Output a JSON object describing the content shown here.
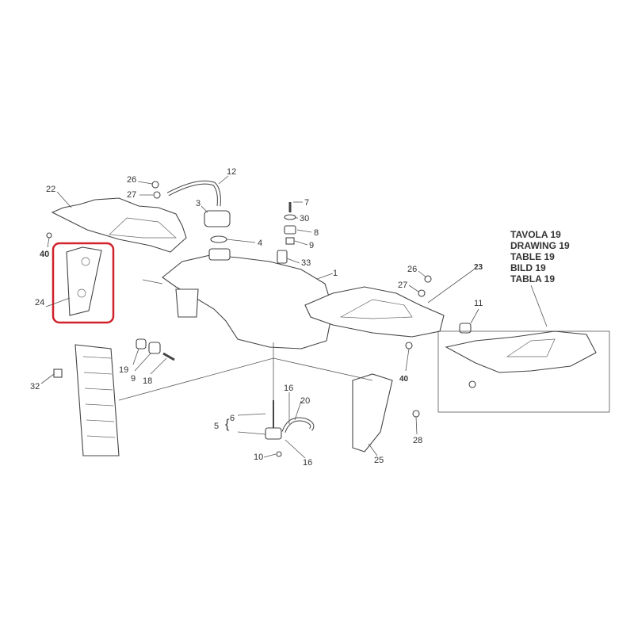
{
  "drawing_titles": [
    "TAVOLA 19",
    "DRAWING 19",
    "TABLE 19",
    "BILD 19",
    "TABLA 19"
  ],
  "highlight_color": "#d0222b",
  "highlighted_part": "24",
  "callouts": {
    "c22": "22",
    "c26a": "26",
    "c27a": "27",
    "c12": "12",
    "c3": "3",
    "c7": "7",
    "c30": "30",
    "c8": "8",
    "c9a": "9",
    "c4": "4",
    "c33": "33",
    "c1": "1",
    "c40a": "40",
    "c24": "24",
    "c26b": "26",
    "c27b": "27",
    "c23": "23",
    "c11": "11",
    "c19": "19",
    "c9b": "9",
    "c18": "18",
    "c32": "32",
    "c40b": "40",
    "c16a": "16",
    "c20": "20",
    "c6": "6",
    "c5": "5",
    "c10": "10",
    "c16b": "16",
    "c25": "25",
    "c28": "28"
  }
}
